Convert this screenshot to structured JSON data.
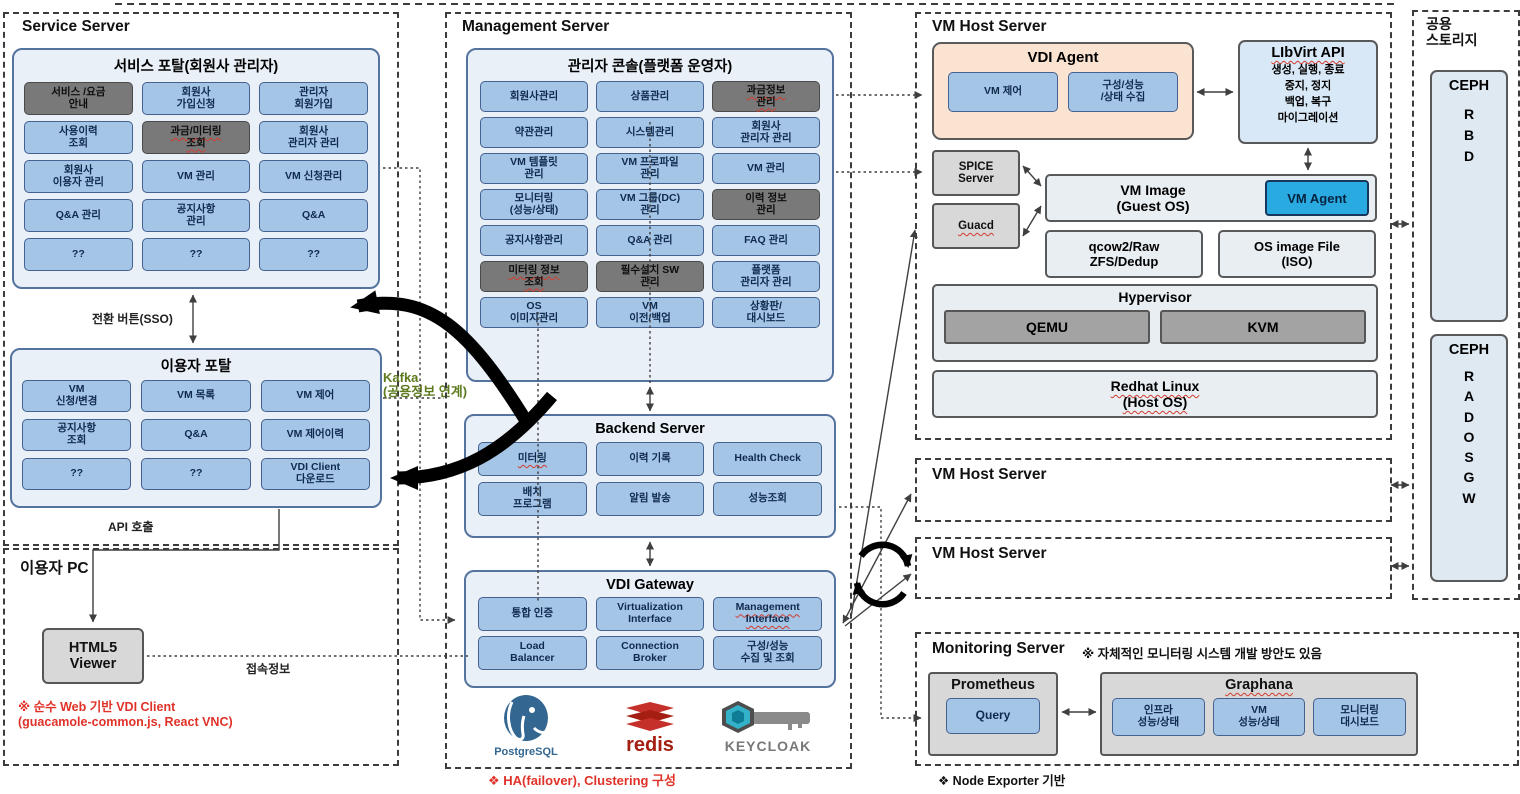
{
  "service_server": {
    "label": "Service Server",
    "portal": {
      "title": "서비스 포탈(회원사 관리자)",
      "cells": [
        {
          "label": "서비스 /요금\n안내",
          "variant": "dark"
        },
        {
          "label": "회원사\n가입신청"
        },
        {
          "label": "관리자\n회원가입"
        },
        {
          "label": "사용이력\n조회"
        },
        {
          "label": "과금/미터링\n조회",
          "variant": "dark wavy"
        },
        {
          "label": "회원사\n관리자 관리"
        },
        {
          "label": "회원사\n이용자 관리"
        },
        {
          "label": "VM 관리"
        },
        {
          "label": "VM 신청관리"
        },
        {
          "label": "Q&A 관리"
        },
        {
          "label": "공지사항\n관리"
        },
        {
          "label": "Q&A"
        },
        {
          "label": "??"
        },
        {
          "label": "??"
        },
        {
          "label": "??"
        }
      ]
    },
    "sso_label": "전환 버튼(SSO)",
    "user_portal": {
      "title": "이용자 포탈",
      "cells": [
        {
          "label": "VM\n신청/변경"
        },
        {
          "label": "VM 목록"
        },
        {
          "label": "VM 제어"
        },
        {
          "label": "공지사항\n조회"
        },
        {
          "label": "Q&A"
        },
        {
          "label": "VM 제어이력"
        },
        {
          "label": "??"
        },
        {
          "label": "??"
        },
        {
          "label": "VDI Client\n다운로드"
        }
      ]
    },
    "api_label": "API 호출"
  },
  "user_pc": {
    "label": "이용자 PC",
    "viewer": "HTML5\nViewer",
    "client_note": "※ 순수 Web 기반 VDI Client\n(guacamole-common.js, React VNC)",
    "conn_label": "접속정보"
  },
  "kafka_label": "Kafka\n(공용정보 연계)",
  "management": {
    "label": "Management Server",
    "console": {
      "title": "관리자 콘솔(플랫폼 운영자)",
      "cells": [
        {
          "label": "회원사관리"
        },
        {
          "label": "상품관리"
        },
        {
          "label": "과금정보\n관리",
          "variant": "dark wavy"
        },
        {
          "label": "약관관리"
        },
        {
          "label": "시스템관리"
        },
        {
          "label": "회원사\n관리자 관리"
        },
        {
          "label": "VM 템플릿\n관리"
        },
        {
          "label": "VM 프로파일\n관리"
        },
        {
          "label": "VM 관리"
        },
        {
          "label": "모니터링\n(성능/상태)"
        },
        {
          "label": "VM 그룹(DC)\n관리"
        },
        {
          "label": "이력 정보\n관리",
          "variant": "dark"
        },
        {
          "label": "공지사항관리"
        },
        {
          "label": "Q&A 관리"
        },
        {
          "label": "FAQ 관리"
        },
        {
          "label": "미터링 정보\n조회",
          "variant": "dark wavy"
        },
        {
          "label": "필수설치 SW\n관리",
          "variant": "dark"
        },
        {
          "label": "플랫폼\n관리자 관리"
        },
        {
          "label": "OS\n이미지관리"
        },
        {
          "label": "VM\n이전/백업"
        },
        {
          "label": "상황판/\n대시보드"
        }
      ]
    },
    "backend": {
      "title": "Backend Server",
      "cells": [
        {
          "label": "미터링",
          "variant": "wavy"
        },
        {
          "label": "이력 기록"
        },
        {
          "label": "Health Check"
        },
        {
          "label": "배치\n프로그램"
        },
        {
          "label": "알림 발송"
        },
        {
          "label": "성능조회"
        }
      ]
    },
    "gateway": {
      "title": "VDI Gateway",
      "cells": [
        {
          "label": "통합 인증"
        },
        {
          "label": "Virtualization\nInterface"
        },
        {
          "label": "Management\nInterface",
          "variant": "wavy"
        },
        {
          "label": "Load\nBalancer"
        },
        {
          "label": "Connection\nBroker"
        },
        {
          "label": "구성/성능\n수집 및 조회"
        }
      ]
    },
    "logos": {
      "postgresql": "PostgreSQL",
      "redis": "redis",
      "keycloak": "KEYCLOAK"
    },
    "ha_note": "❖  HA(failover), Clustering 구성"
  },
  "vm_host1": {
    "label": "VM Host Server",
    "vdi_agent": {
      "title": "VDI Agent",
      "cells": [
        {
          "label": "VM 제어"
        },
        {
          "label": "구성/성능\n/상태 수집"
        }
      ]
    },
    "libvirt": {
      "title": "LIbVirt API",
      "body": "생성, 실행, 종료\n중지, 정지\n백업, 복구\n마이그레이션"
    },
    "spice": "SPICE\nServer",
    "guacd": "Guacd",
    "vm_image": "VM Image\n(Guest OS)",
    "vm_agent": "VM Agent",
    "qcow": "qcow2/Raw\nZFS/Dedup",
    "os_image": "OS image File\n(ISO)",
    "hypervisor": "Hypervisor",
    "qemu": "QEMU",
    "kvm": "KVM",
    "host_os": "Redhat Linux\n(Host OS)"
  },
  "vm_host2": {
    "label": "VM Host Server"
  },
  "vm_host3": {
    "label": "VM Host Server"
  },
  "monitoring": {
    "label": "Monitoring Server",
    "note": "※ 자체적인 모니터링 시스템 개발 방안도 있음",
    "prometheus": "Prometheus",
    "query": "Query",
    "graphana": "Graphana",
    "cells": [
      {
        "label": "인프라\n성능/상태"
      },
      {
        "label": "VM\n성능/상태"
      },
      {
        "label": "모니터링\n대시보드"
      }
    ],
    "footer": "❖  Node Exporter 기반"
  },
  "storage": {
    "label": "공용\n스토리지",
    "ceph1_title": "CEPH",
    "ceph1_body": "R\nB\nD",
    "ceph2_title": "CEPH",
    "ceph2_body": "R\nA\nD\nO\nS\nG\nW"
  },
  "colors": {
    "cell_blue": "#a5c5e6",
    "cell_dark": "#797979",
    "vdi_agent_bg": "#fbe3d1",
    "vm_agent_bg": "#29abe2",
    "red_note": "#e03228",
    "kafka_green": "#5d7a1d"
  }
}
